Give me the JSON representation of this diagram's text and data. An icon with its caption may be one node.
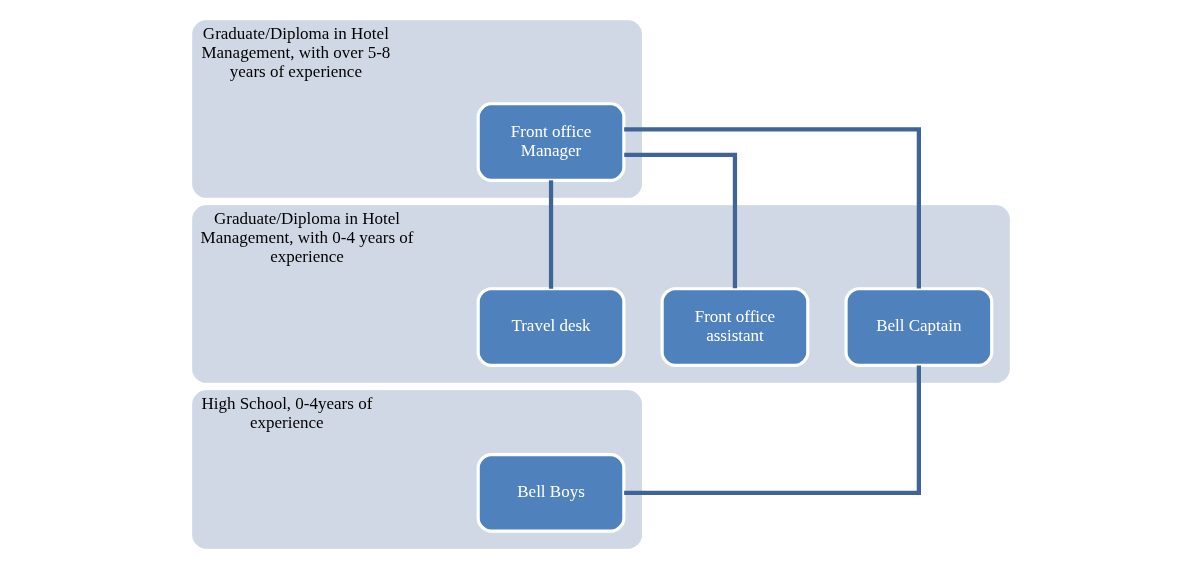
{
  "diagram": {
    "nodes": [
      {
        "text": [
          "Graduate/Diploma in Hotel Management, with over 5-8 years of experience"
        ]
      },
      {
        "text": [
          "Front office Manager"
        ],
        "in": 0
      },
      {
        "text": [
          "Graduate/Diploma in Hotel Management, with 0-4 years of experience"
        ]
      },
      {
        "text": [
          "Front office assistant"
        ],
        "in": 2
      },
      {
        "text": [
          "Travel desk"
        ],
        "in": 2
      },
      {
        "text": [
          "Bell Captain"
        ],
        "in": 2
      },
      {
        "text": [
          "High School, 0-4years of experience"
        ]
      },
      {
        "text": [
          "Bell Boys"
        ],
        "in": 6
      }
    ],
    "edges": [
      {
        "from": 1,
        "to": 3,
        "arrow": "none"
      },
      {
        "from": 1,
        "to": 4,
        "arrow": "none"
      },
      {
        "from": 1,
        "to": 5,
        "arrow": "none"
      },
      {
        "from": 5,
        "to": 7,
        "arrow": "none"
      }
    ]
  }
}
